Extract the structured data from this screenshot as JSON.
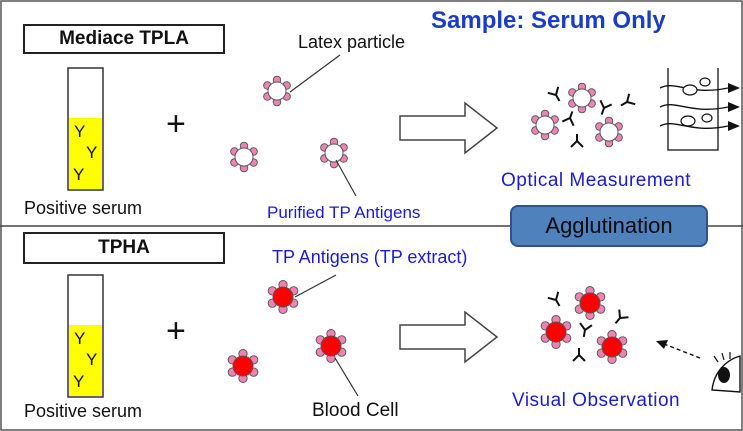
{
  "header": {
    "sample_title": "Sample: Serum Only"
  },
  "tpla": {
    "method_label": "Mediace TPLA",
    "latex_label": "Latex particle",
    "serum_label": "Positive serum",
    "antigen_label": "Purified TP Antigens",
    "result_label": "Optical Measurement"
  },
  "agglutination": {
    "label": "Agglutination"
  },
  "tpha": {
    "method_label": "TPHA",
    "antigen_label": "TP Antigens (TP extract)",
    "serum_label": "Positive serum",
    "cell_label": "Blood Cell",
    "result_label": "Visual Observation"
  },
  "symbols": {
    "plus": "+",
    "antibody": "Y"
  },
  "colors": {
    "title_blue": "#1a3cc8",
    "label_blue": "#1a1ad8",
    "serum_yellow": "#ffff00",
    "antigen_pink": "#ee82b4",
    "latex_white": "#ffffff",
    "blood_red": "#ff0000",
    "agglutination_fill": "#4f81bd"
  }
}
